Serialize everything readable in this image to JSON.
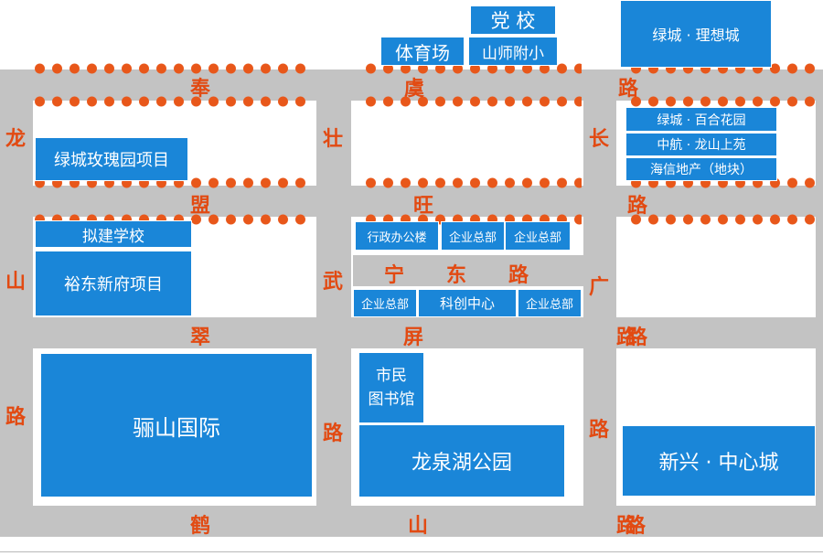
{
  "map": {
    "roads": {
      "fenghu": "奉虞路",
      "mengwang": "盟旺",
      "ningdong": "宁东路",
      "cuiping": "翠屏路",
      "heshan": "鹤山路",
      "longshan_road": "龙山路",
      "zhuangwu_road": "壮武路",
      "changguang_road": "长广路"
    },
    "buildings": {
      "dangxiao": "党 校",
      "tiyuchang": "体育场",
      "shanshi_fuxiao": "山师附小",
      "lvcheng_lixiang": "绿城 · 理想城",
      "lvcheng_meigui": "绿城玫瑰园项目",
      "lvcheng_baihe": "绿城 · 百合花园",
      "zhonghang_longshan": "中航 · 龙山上苑",
      "haixin": "海信地产（地块）",
      "nijian_xuexiao": "拟建学校",
      "yudong_xinfu": "裕东新府项目",
      "xingzheng_lou": "行政办公楼",
      "qiye_zongbu_1": "企业总部",
      "qiye_zongbu_2": "企业总部",
      "qiye_zongbu_3": "企业总部",
      "kechuang_zhongxin": "科创中心",
      "qiye_zongbu_4": "企业总部",
      "lishan_guoji": "骊山国际",
      "shimin_tushuguan": "市民\n图书馆",
      "longquanhu": "龙泉湖公园",
      "xinxing_zhongxin": "新兴 · 中心城"
    }
  }
}
